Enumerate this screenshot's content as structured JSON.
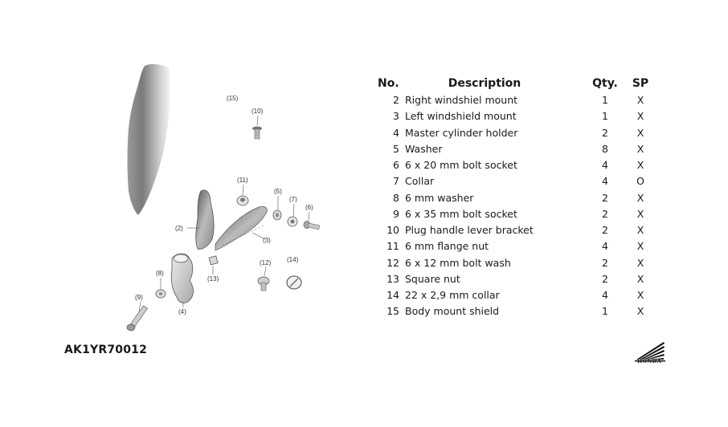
{
  "table": {
    "headers": {
      "no": "No.",
      "description": "Description",
      "qty": "Qty.",
      "sp": "SP"
    },
    "rows": [
      {
        "no": "2",
        "description": "Right windshiel mount",
        "qty": "1",
        "sp": "X"
      },
      {
        "no": "3",
        "description": "Left windshield mount",
        "qty": "1",
        "sp": "X"
      },
      {
        "no": "4",
        "description": "Master cylinder holder",
        "qty": "2",
        "sp": "X"
      },
      {
        "no": "5",
        "description": "Washer",
        "qty": "8",
        "sp": "X"
      },
      {
        "no": "6",
        "description": "6 x 20 mm bolt socket",
        "qty": "4",
        "sp": "X"
      },
      {
        "no": "7",
        "description": "Collar",
        "qty": "4",
        "sp": "O"
      },
      {
        "no": "8",
        "description": "6 mm washer",
        "qty": "2",
        "sp": "X"
      },
      {
        "no": "9",
        "description": "6 x 35 mm bolt socket",
        "qty": "2",
        "sp": "X"
      },
      {
        "no": "10",
        "description": "Plug handle lever bracket",
        "qty": "2",
        "sp": "X"
      },
      {
        "no": "11",
        "description": "6 mm flange nut",
        "qty": "4",
        "sp": "X"
      },
      {
        "no": "12",
        "description": "6 x 12 mm bolt wash",
        "qty": "2",
        "sp": "X"
      },
      {
        "no": "13",
        "description": "Square nut",
        "qty": "2",
        "sp": "X"
      },
      {
        "no": "14",
        "description": "22 x 2,9 mm collar",
        "qty": "4",
        "sp": "X"
      },
      {
        "no": "15",
        "description": "Body mount shield",
        "qty": "1",
        "sp": "X"
      }
    ]
  },
  "diagram": {
    "callouts": {
      "c15": "(15)",
      "c10": "(10)",
      "c11": "(11)",
      "c5": "(5)",
      "c7": "(7)",
      "c6": "(6)",
      "c2": "(2)",
      "c3": "(3)",
      "c12": "(12)",
      "c14": "(14)",
      "c13": "(13)",
      "c8": "(8)",
      "c9": "(9)",
      "c4": "(4)"
    }
  },
  "footer": {
    "ref_code": "AK1YR70012",
    "brand": "HONDA"
  },
  "icons": {
    "logo": "honda-wing-icon"
  }
}
